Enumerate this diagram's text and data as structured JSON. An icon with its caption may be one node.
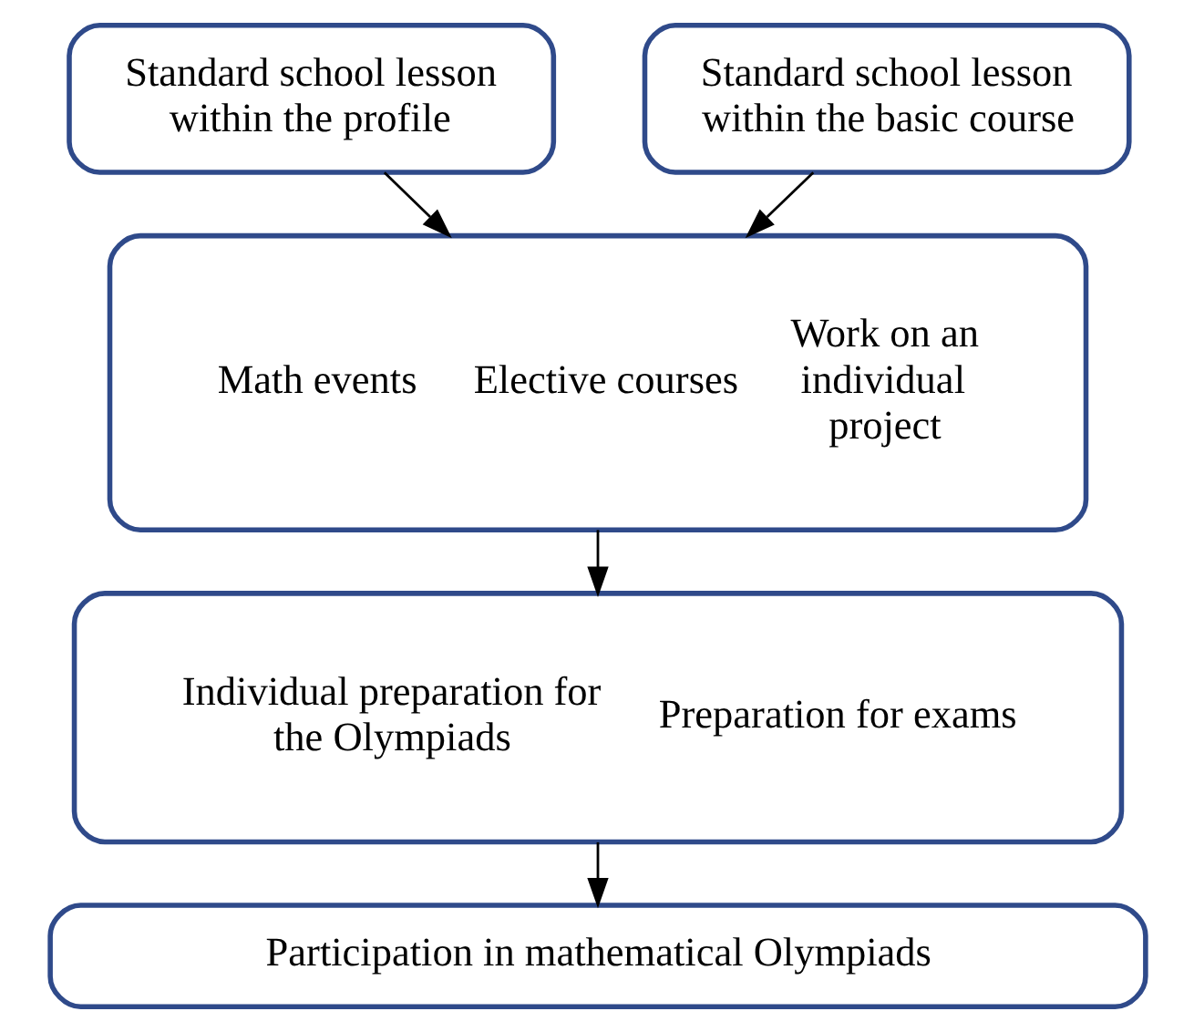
{
  "diagram": {
    "nodes": [
      {
        "text": [
          "Standard school lesson within the profile"
        ]
      },
      {
        "text": [
          "Standard school lesson within the basic course"
        ]
      },
      {
        "text": [
          "Math events",
          "Elective courses",
          "Work on an individual project"
        ]
      },
      {
        "text": [
          "Individual preparation for the Olympiads",
          "Preparation for exams"
        ]
      },
      {
        "text": [
          "Participation in mathematical Olympiads"
        ]
      }
    ],
    "edges": [
      {
        "from": 0,
        "to": 2,
        "arrow": "to"
      },
      {
        "from": 1,
        "to": 2,
        "arrow": "to"
      },
      {
        "from": 2,
        "to": 3,
        "arrow": "to"
      },
      {
        "from": 3,
        "to": 4,
        "arrow": "to"
      }
    ]
  }
}
